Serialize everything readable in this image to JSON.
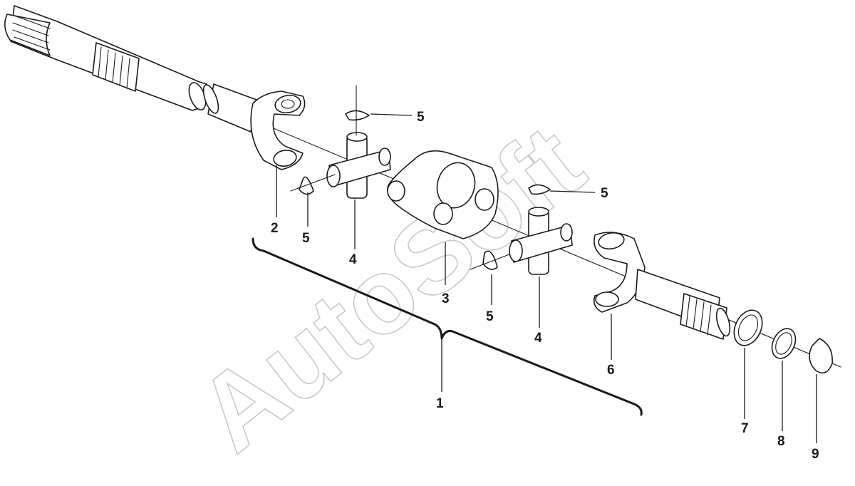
{
  "watermark": {
    "text": "AutoSoft"
  },
  "callouts": {
    "c1": "1",
    "c2": "2",
    "c3": "3",
    "c4a": "4",
    "c4b": "4",
    "c5a": "5",
    "c5b": "5",
    "c5c": "5",
    "c5d": "5",
    "c6": "6",
    "c7": "7",
    "c8": "8",
    "c9": "9"
  },
  "colors": {
    "line": "#1a1a1a",
    "watermark": "#c8c8c8",
    "background": "#ffffff"
  }
}
